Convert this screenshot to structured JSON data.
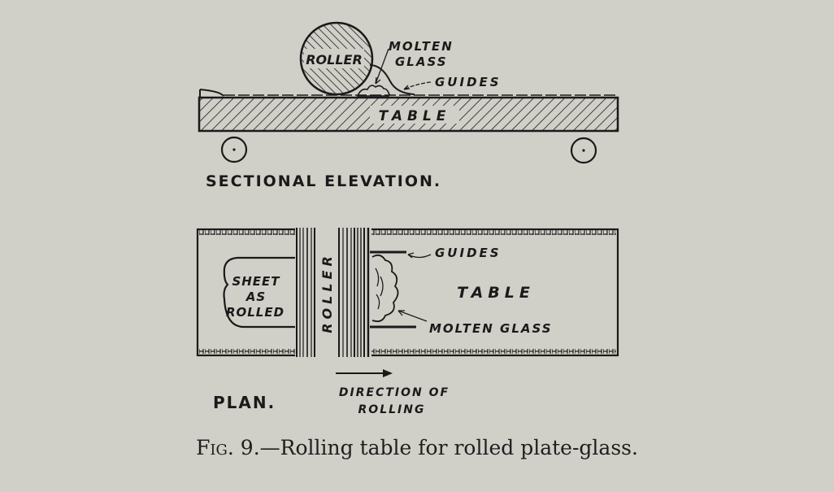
{
  "figure": {
    "caption_prefix": "Fig. 9.",
    "caption_text": "—Rolling table for rolled plate-glass."
  },
  "sectional_elevation": {
    "title": "SECTIONAL ELEVATION.",
    "labels": {
      "roller": "ROLLER",
      "molten_glass_line1": "MOLTEN",
      "molten_glass_line2": "GLASS",
      "guides": "GUIDES",
      "table": "TABLE"
    }
  },
  "plan": {
    "title": "PLAN.",
    "labels": {
      "sheet_line1": "SHEET",
      "sheet_line2": "AS",
      "sheet_line3": "ROLLED",
      "roller": "ROLLER",
      "guides": "GUIDES",
      "table": "TABLE",
      "molten_glass": "MOLTEN GLASS",
      "direction_line1": "DIRECTION OF",
      "direction_line2": "ROLLING"
    }
  },
  "colors": {
    "paper": "#d0d0c8",
    "ink": "#1a1a1a"
  }
}
